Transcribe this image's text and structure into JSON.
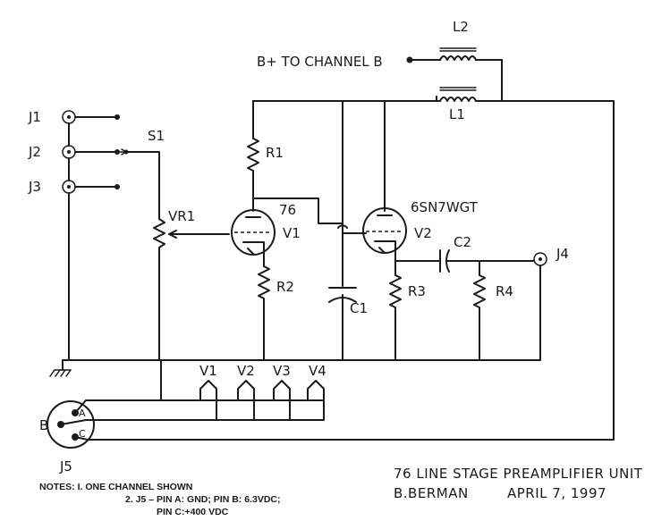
{
  "labels": {
    "l2": "L2",
    "l1": "L1",
    "bplus": "B+ TO CHANNEL B",
    "j1": "J1",
    "j2": "J2",
    "j3": "J3",
    "s1": "S1",
    "vr1": "VR1",
    "r1": "R1",
    "r2": "R2",
    "r3": "R3",
    "r4": "R4",
    "c1": "C1",
    "c2": "C2",
    "v1_type": "76",
    "v1": "V1",
    "v2_type": "6SN7WGT",
    "v2": "V2",
    "j4": "J4",
    "j5": "J5",
    "pin_a": "A",
    "pin_b": "B",
    "pin_c": "C",
    "heaters": [
      "V1",
      "V2",
      "V3",
      "V4"
    ]
  },
  "title": {
    "line1": "76 LINE STAGE PREAMPLIFIER UNIT",
    "author": "B.BERMAN",
    "date": "APRIL 7, 1997"
  },
  "notes": {
    "line1": "NOTES: I. ONE CHANNEL SHOWN",
    "line2": "2. J5 – PIN A: GND; PIN B: 6.3VDC;",
    "line3": "PIN C:+400 VDC"
  }
}
